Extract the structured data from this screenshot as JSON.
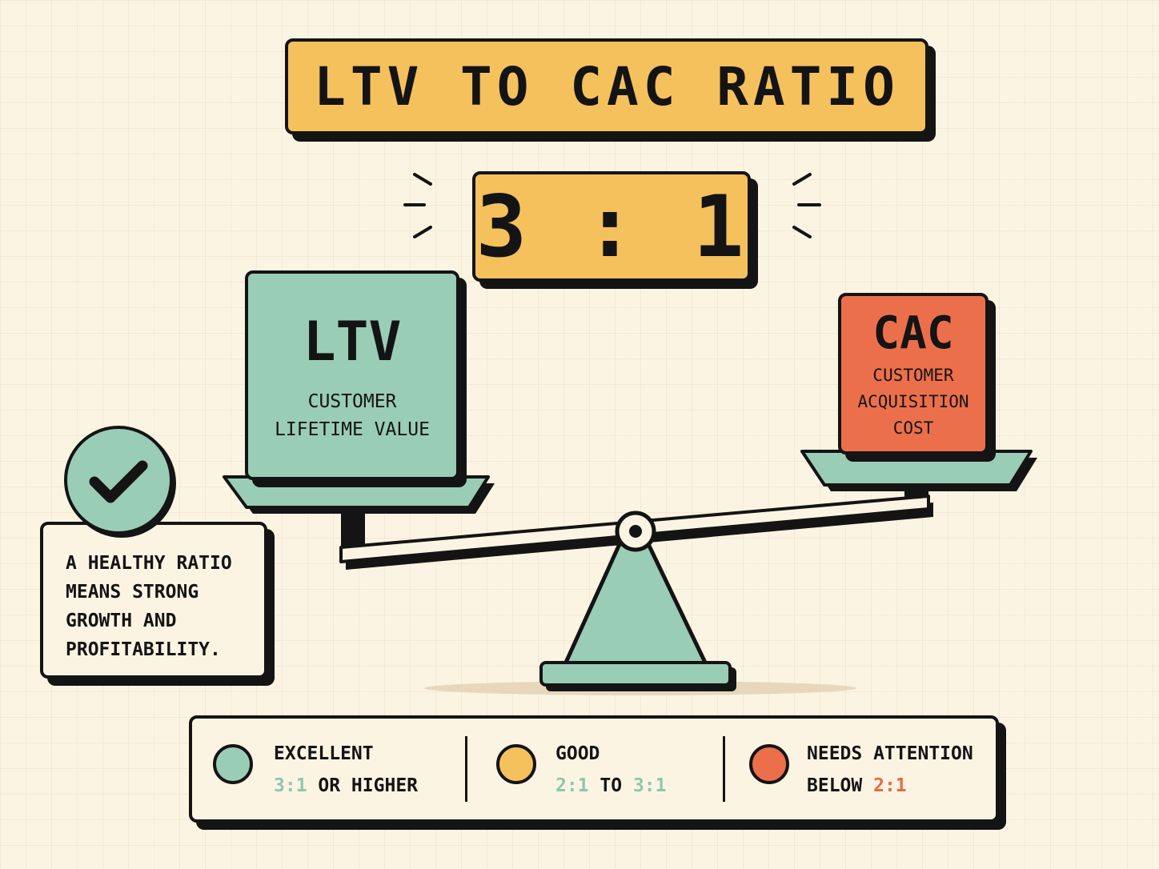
{
  "title": "LTV TO CAC RATIO",
  "ratio": "3 : 1",
  "ltv": {
    "title": "LTV",
    "subtitle_line1": "CUSTOMER",
    "subtitle_line2": "LIFETIME VALUE"
  },
  "cac": {
    "title": "CAC",
    "subtitle_line1": "CUSTOMER",
    "subtitle_line2": "ACQUISITION",
    "subtitle_line3": "COST"
  },
  "note": {
    "line1": "A HEALTHY RATIO",
    "line2": "MEANS STRONG",
    "line3": "GROWTH AND",
    "line4": "PROFITABILITY."
  },
  "legend": {
    "excellent": {
      "label": "EXCELLENT",
      "ratio": "3:1",
      "suffix": " OR HIGHER",
      "color": "#9acdb5"
    },
    "good": {
      "label": "GOOD",
      "ratio_a": "2:1",
      "mid": " TO ",
      "ratio_b": "3:1",
      "color": "#f4c15d"
    },
    "attention": {
      "label": "NEEDS ATTENTION",
      "prefix": "BELOW ",
      "ratio": "2:1",
      "color": "#ec6f4c"
    }
  },
  "colors": {
    "green": "#9acdb5",
    "yellow": "#f4c15d",
    "orange": "#ec6f4c",
    "ink": "#141414",
    "paper": "#fcf4e3"
  }
}
